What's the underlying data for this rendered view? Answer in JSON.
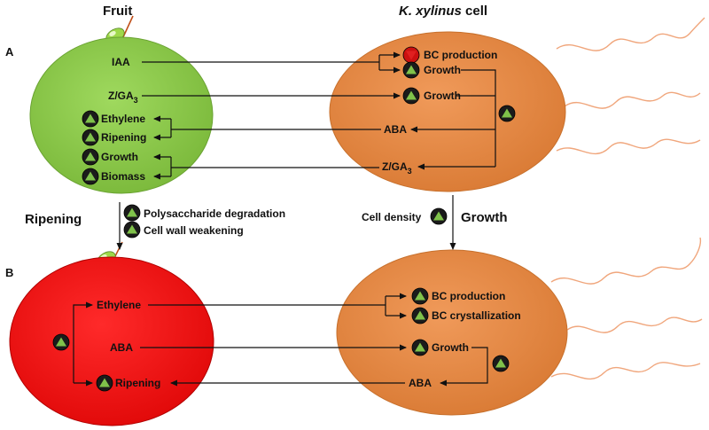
{
  "headers": {
    "fruit": "Fruit",
    "cell_italic": "K. xylinus",
    "cell_plain": " cell"
  },
  "sections": {
    "a": "A",
    "b": "B"
  },
  "panel_a": {
    "fruit": {
      "iaa": "IAA",
      "z_ga_main": "Z/GA",
      "z_ga_sub": "3",
      "ethylene": "Ethylene",
      "ripening": "Ripening",
      "growth": "Growth",
      "biomass": "Biomass"
    },
    "cell": {
      "bc_production": "BC production",
      "growth_1": "Growth",
      "growth_2": "Growth",
      "aba": "ABA",
      "z_ga_main": "Z/GA",
      "z_ga_sub": "3"
    }
  },
  "middle": {
    "ripening": "Ripening",
    "polysaccharide": "Polysaccharide degradation",
    "cell_wall": "Cell wall weakening",
    "cell_density": "Cell density",
    "growth": "Growth"
  },
  "panel_b": {
    "fruit": {
      "ethylene": "Ethylene",
      "aba": "ABA",
      "ripening": "Ripening"
    },
    "cell": {
      "bc_production": "BC production",
      "bc_crystallization": "BC crystallization",
      "growth": "Growth",
      "aba": "ABA"
    }
  },
  "colors": {
    "fruit_green": "#8fcc52",
    "fruit_red": "#ff1a1a",
    "cell_orange": "#e88d4a",
    "flagella": "#f0a67c",
    "leaf": "#9ed84a",
    "stem": "#c0501a",
    "indicator_up": "#7fc24a",
    "indicator_down": "#e02020"
  },
  "indicators": {
    "up": "up-triangle",
    "down": "down-triangle"
  }
}
